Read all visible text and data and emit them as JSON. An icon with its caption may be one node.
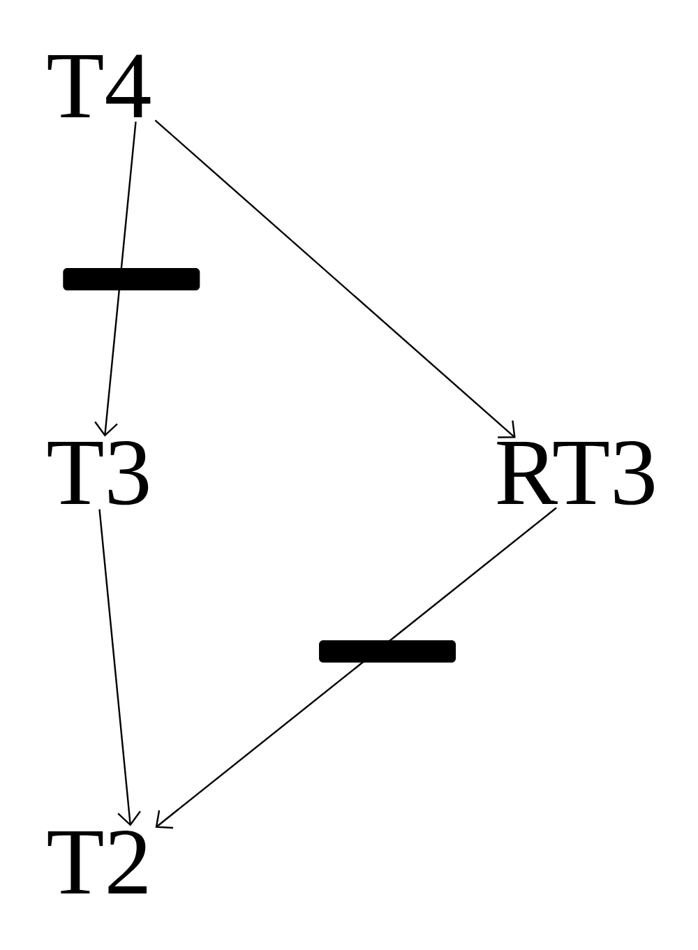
{
  "diagram": {
    "nodes": [
      {
        "text": [
          "T4"
        ]
      },
      {
        "text": [
          "T3"
        ]
      },
      {
        "text": [
          "RT3"
        ]
      },
      {
        "text": [
          "T2"
        ]
      }
    ],
    "edges": [
      {
        "from": 0,
        "to": 1,
        "arrow": "to"
      },
      {
        "from": 0,
        "to": 2,
        "arrow": "to"
      },
      {
        "from": 1,
        "to": 3,
        "arrow": "to"
      },
      {
        "from": 2,
        "to": 3,
        "arrow": "to"
      }
    ]
  }
}
